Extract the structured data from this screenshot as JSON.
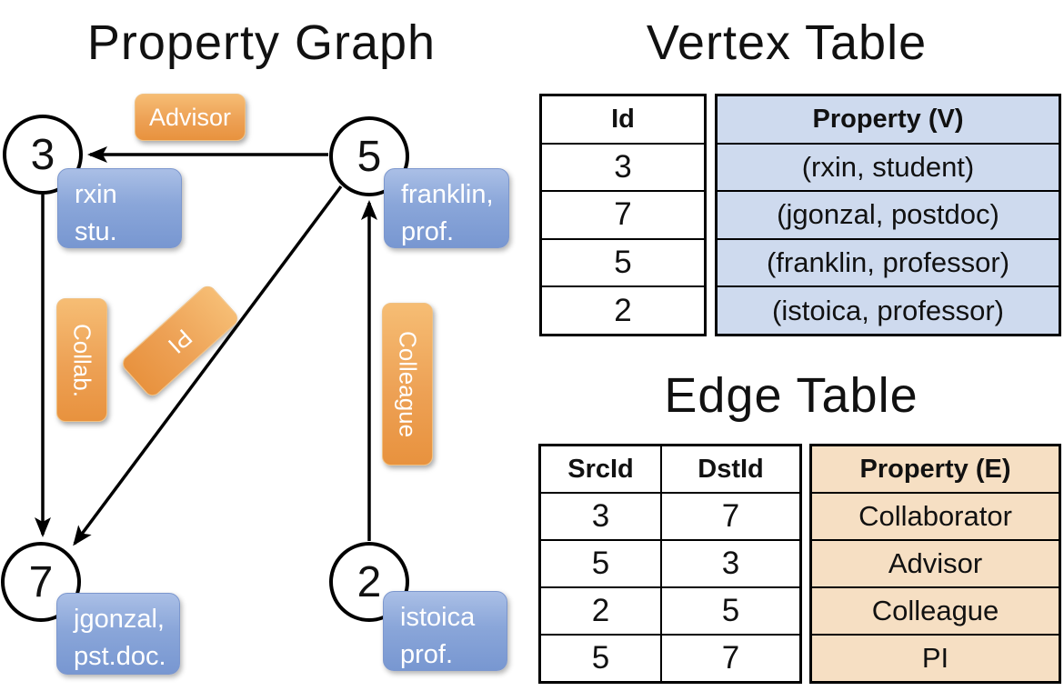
{
  "graph": {
    "title": "Property Graph",
    "nodes": [
      {
        "id": "3"
      },
      {
        "id": "5"
      },
      {
        "id": "7"
      },
      {
        "id": "2"
      }
    ],
    "node_properties": [
      {
        "node": "3",
        "line1": "rxin",
        "line2": "stu."
      },
      {
        "node": "5",
        "line1": "franklin,",
        "line2": "prof."
      },
      {
        "node": "7",
        "line1": "jgonzal,",
        "line2": "pst.doc."
      },
      {
        "node": "2",
        "line1": "istoica",
        "line2": "prof."
      }
    ],
    "edge_labels": [
      {
        "label": "Advisor"
      },
      {
        "label": "Collab."
      },
      {
        "label": "PI"
      },
      {
        "label": "Colleague"
      }
    ],
    "edges": [
      {
        "from": "5",
        "to": "3",
        "label": "Advisor"
      },
      {
        "from": "3",
        "to": "7",
        "label": "Collab."
      },
      {
        "from": "5",
        "to": "7",
        "label": "PI"
      },
      {
        "from": "2",
        "to": "5",
        "label": "Colleague"
      }
    ],
    "colors": {
      "edge_label_orange": "#ECA050",
      "node_property_blue": "#84A2D8",
      "edge_line": "#000000"
    }
  },
  "vertex_table": {
    "title": "Vertex Table",
    "columns": [
      "Id",
      "Property (V)"
    ],
    "property_fill": "#CEDAEE",
    "rows": [
      {
        "id": "3",
        "property": "(rxin, student)"
      },
      {
        "id": "7",
        "property": "(jgonzal, postdoc)"
      },
      {
        "id": "5",
        "property": "(franklin, professor)"
      },
      {
        "id": "2",
        "property": "(istoica, professor)"
      }
    ]
  },
  "edge_table": {
    "title": "Edge Table",
    "columns": [
      "SrcId",
      "DstId",
      "Property (E)"
    ],
    "property_fill": "#F6DFC3",
    "rows": [
      {
        "src": "3",
        "dst": "7",
        "property": "Collaborator"
      },
      {
        "src": "5",
        "dst": "3",
        "property": "Advisor"
      },
      {
        "src": "2",
        "dst": "5",
        "property": "Colleague"
      },
      {
        "src": "5",
        "dst": "7",
        "property": "PI"
      }
    ]
  }
}
